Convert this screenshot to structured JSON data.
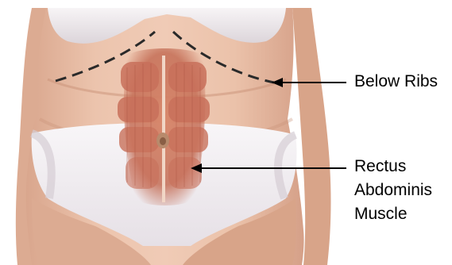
{
  "labels": {
    "below_ribs": "Below Ribs",
    "rectus_line1": "Rectus",
    "rectus_line2": "Abdominis",
    "rectus_line3": "Muscle"
  },
  "colors": {
    "skin": "#e8bfa8",
    "muscle": "#c9735a",
    "underwear": "#f4f1f4",
    "text": "#000000"
  }
}
